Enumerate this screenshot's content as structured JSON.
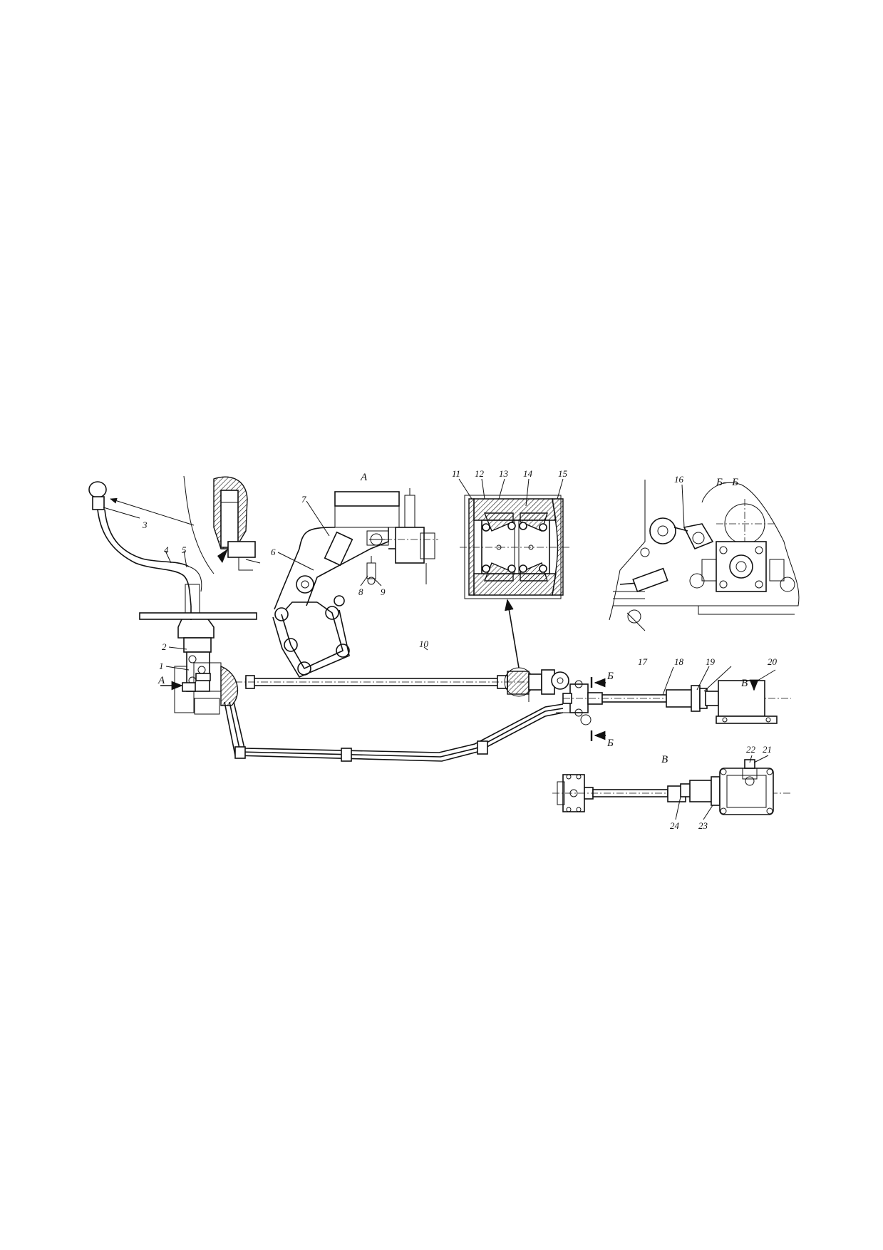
{
  "diagram": {
    "callouts": [
      "1",
      "2",
      "3",
      "4",
      "5",
      "6",
      "7",
      "8",
      "9",
      "10",
      "11",
      "12",
      "13",
      "14",
      "15",
      "16",
      "17",
      "18",
      "19",
      "20",
      "21",
      "22",
      "23",
      "24"
    ],
    "views": {
      "a": "А",
      "b_section": "Б—Б",
      "b": "Б",
      "v": "В"
    },
    "colors": {
      "line": "#111111",
      "background": "#ffffff"
    }
  }
}
